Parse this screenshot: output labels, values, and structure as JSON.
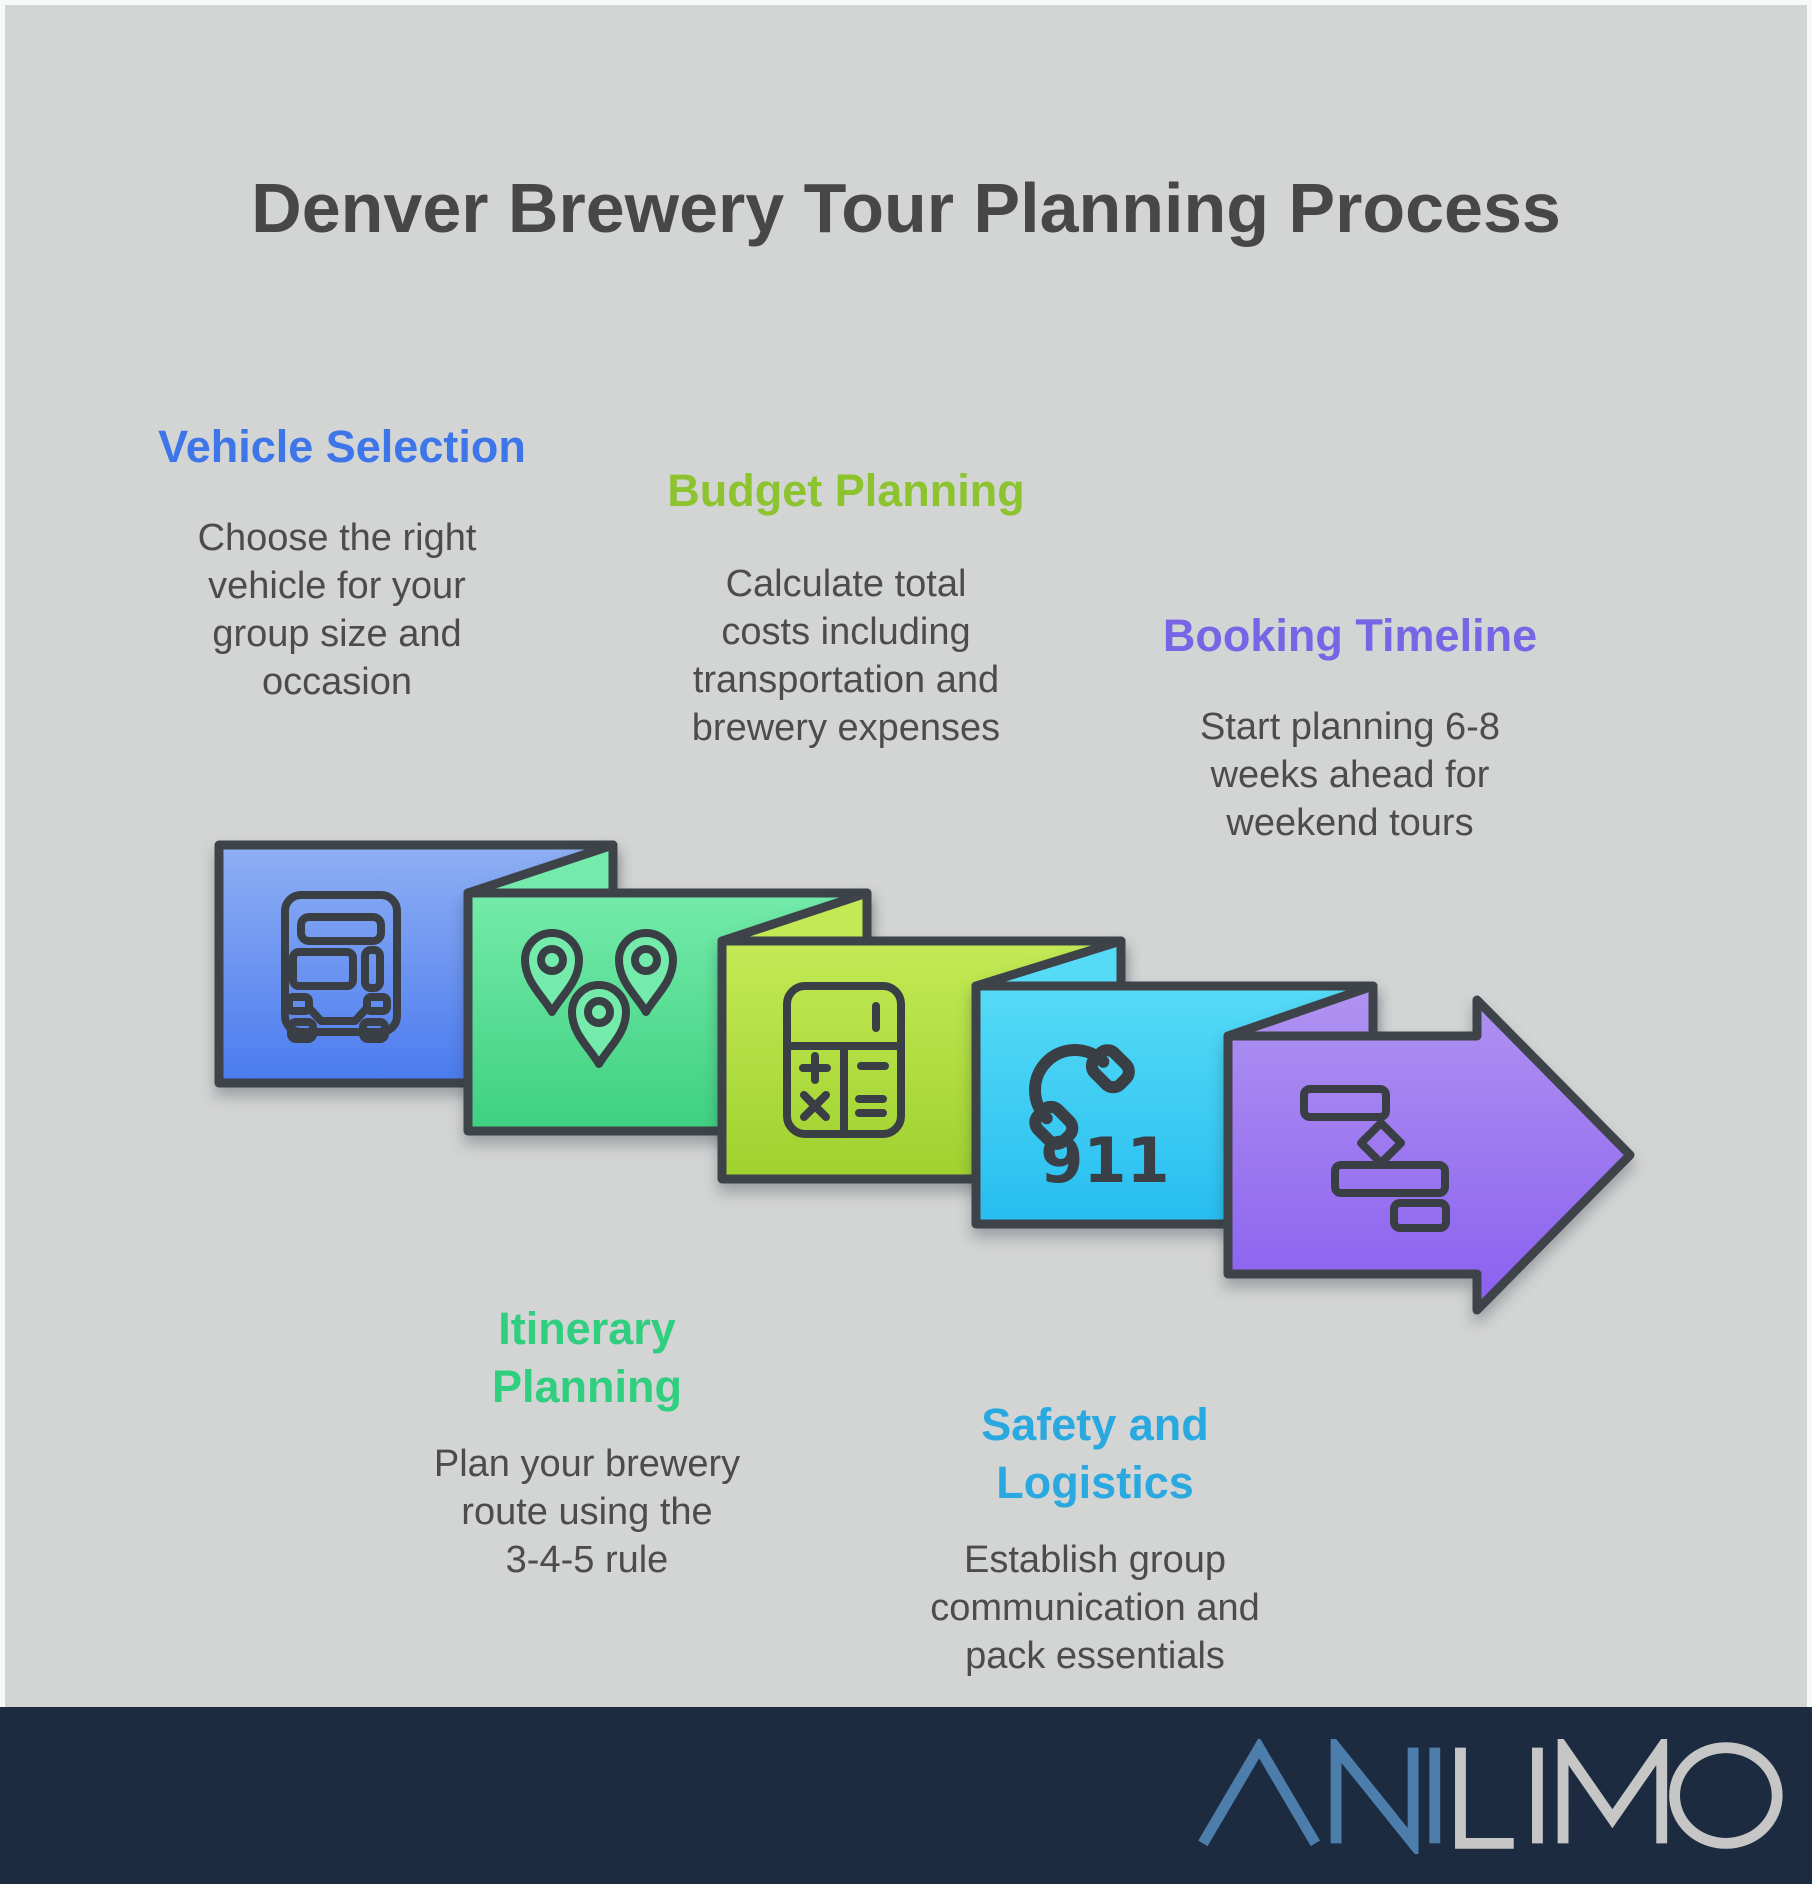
{
  "page": {
    "outer_background": "#f7f8f8",
    "content_background": "#d3d4d4"
  },
  "title": {
    "text": "Denver Brewery Tour Planning Process",
    "color": "#474747"
  },
  "ribbon": {
    "outline_color": "#3e434a",
    "icon_stroke_color": "#3a3f45",
    "arrow_direction": "right"
  },
  "steps": [
    {
      "name": "vehicle-selection",
      "position": "above",
      "heading_lines": [
        "Vehicle Selection"
      ],
      "heading_color": "#3c76e9",
      "body_lines": [
        "Choose the right",
        "vehicle for your",
        "group size and",
        "occasion"
      ],
      "icon": "bus-icon",
      "panel_top_color": "#8fb0f4",
      "panel_bottom_color": "#4b7bef"
    },
    {
      "name": "itinerary-planning",
      "position": "below",
      "heading_lines": [
        "Itinerary",
        "Planning"
      ],
      "heading_color": "#2fcf7f",
      "body_lines": [
        "Plan your brewery",
        "route using the",
        "3-4-5 rule"
      ],
      "icon": "map-pins-icon",
      "panel_top_color": "#74ebaa",
      "panel_bottom_color": "#3fd080"
    },
    {
      "name": "budget-planning",
      "position": "above",
      "heading_lines": [
        "Budget Planning"
      ],
      "heading_color": "#8cc32e",
      "body_lines": [
        "Calculate total",
        "costs including",
        "transportation and",
        "brewery expenses"
      ],
      "icon": "calculator-icon",
      "panel_top_color": "#c3ea55",
      "panel_bottom_color": "#9fd12e"
    },
    {
      "name": "safety-and-logistics",
      "position": "below",
      "heading_lines": [
        "Safety and",
        "Logistics"
      ],
      "heading_color": "#29a9e0",
      "body_lines": [
        "Establish group",
        "communication and",
        "pack essentials"
      ],
      "icon": "phone-911-icon",
      "phone_label": "911",
      "panel_top_color": "#55dbf6",
      "panel_bottom_color": "#27bdf0"
    },
    {
      "name": "booking-timeline",
      "position": "above",
      "heading_lines": [
        "Booking Timeline"
      ],
      "heading_color": "#7765e6",
      "body_lines": [
        "Start planning 6-8",
        "weeks ahead for",
        "weekend tours"
      ],
      "icon": "gantt-chart-icon",
      "panel_top_color": "#b094f1",
      "panel_bottom_color": "#8a5ff0"
    }
  ],
  "footer": {
    "background": "#1c2b40",
    "brand": "ANILIMO",
    "brand_blue_letters": "ANI",
    "brand_gray_letters": "LIMO",
    "brand_blue_color": "#4d7dab",
    "brand_gray_color": "#c6c6c6"
  }
}
